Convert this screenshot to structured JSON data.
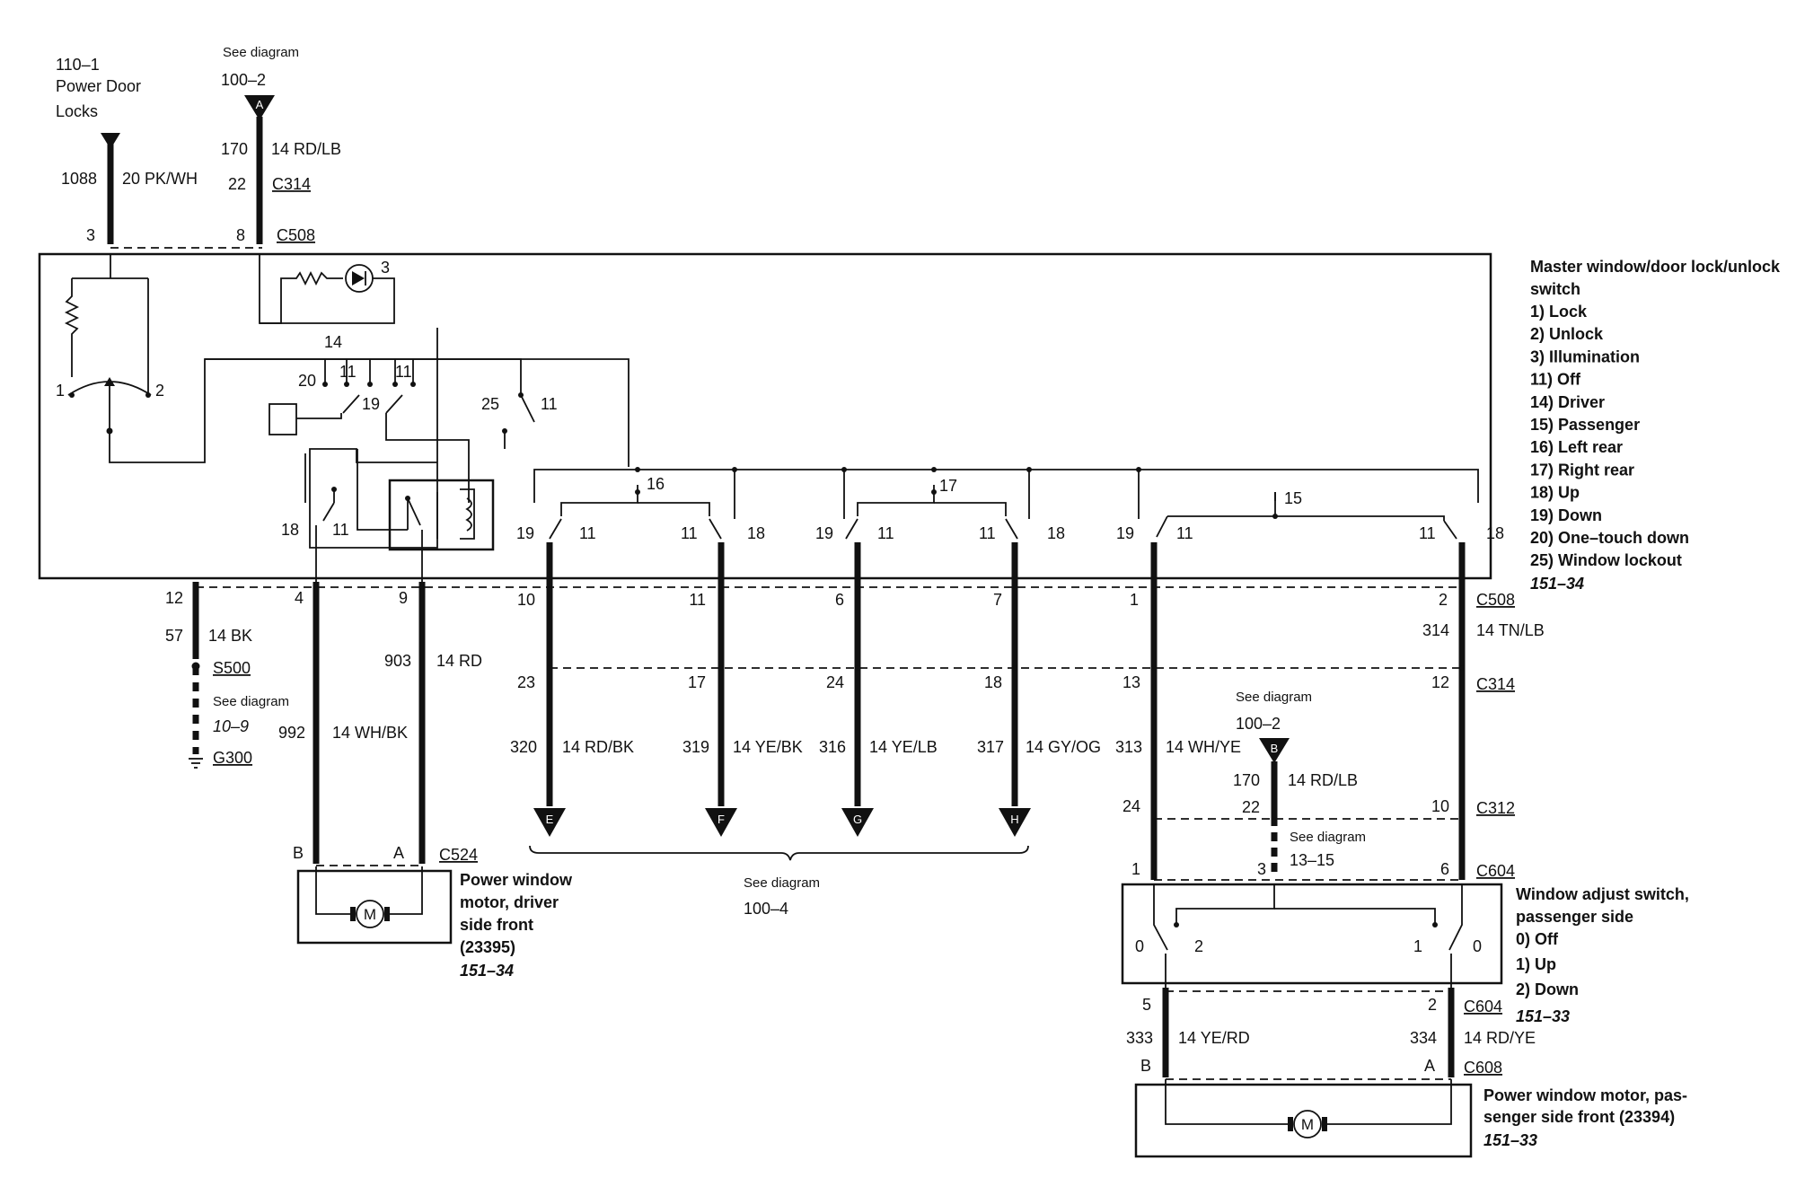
{
  "power_door_locks": {
    "ref": "110–1",
    "line1": "Power Door",
    "line2": "Locks"
  },
  "top_ref": {
    "see": "See diagram",
    "num": "100–2"
  },
  "wire_1088": {
    "circuit": "1088",
    "gauge": "20 PK/WH",
    "pin": "3"
  },
  "wire_170": {
    "circuit": "170",
    "gauge": "14 RD/LB",
    "pin_c314": "22",
    "c314": "C314",
    "pin_c508": "8",
    "c508": "C508"
  },
  "master_switch": {
    "title1": "Master window/door lock/unlock",
    "title2": "switch",
    "legend": [
      "1)   Lock",
      "2)   Unlock",
      "3)   Illumination",
      "11)  Off",
      "14)  Driver",
      "15)  Passenger",
      "16)  Left rear",
      "17)  Right rear",
      "18)  Up",
      "19)  Down",
      "20)  One–touch down",
      "25)  Window lockout"
    ],
    "page_ref": "151–34"
  },
  "inner_labels": {
    "n1": "1",
    "n2": "2",
    "n3": "3",
    "n14": "14",
    "n20": "20",
    "n11a": "11",
    "n11b": "11",
    "n19a": "19",
    "n25": "25",
    "n11c": "11",
    "n18a": "18",
    "n11d": "11",
    "n16": "16",
    "n17": "17",
    "n15": "15",
    "n19b": "19",
    "n11e": "11",
    "n11f": "11",
    "n18b": "18",
    "n19c": "19",
    "n11g": "11",
    "n11h": "11",
    "n18c": "18",
    "n19d": "19",
    "n11i": "11",
    "n11j": "11",
    "n18d": "18"
  },
  "ground": {
    "pin": "12",
    "circuit": "57",
    "gauge": "14 BK",
    "splice": "S500",
    "see": "See diagram",
    "ref": "10–9",
    "ground": "G300"
  },
  "driver_motor_wires": {
    "pin4": "4",
    "pin9": "9",
    "c992": "992",
    "g992": "14 WH/BK",
    "c903": "903",
    "g903": "14 RD",
    "pinB": "B",
    "pinA": "A",
    "conn": "C524"
  },
  "driver_motor": {
    "line1": "Power window",
    "line2": "motor, driver",
    "line3": "side front",
    "line4": "(23395)",
    "page_ref": "151–34",
    "motor": "M"
  },
  "rear_wires": [
    {
      "pin508": "10",
      "pin314": "23",
      "circuit": "320",
      "gauge": "14 RD/BK",
      "arrow": "E"
    },
    {
      "pin508": "11",
      "pin314": "17",
      "circuit": "319",
      "gauge": "14 YE/BK",
      "arrow": "F"
    },
    {
      "pin508": "6",
      "pin314": "24",
      "circuit": "316",
      "gauge": "14 YE/LB",
      "arrow": "G"
    },
    {
      "pin508": "7",
      "pin314": "18",
      "circuit": "317",
      "gauge": "14 GY/OG",
      "arrow": "H"
    }
  ],
  "rear_ref": {
    "see": "See diagram",
    "num": "100–4"
  },
  "passenger_wires": {
    "pin1": "1",
    "pin2": "2",
    "c508": "C508",
    "c314v": "314",
    "g314": "14 TN/LB",
    "pin13": "13",
    "pin12": "12",
    "c314": "C314",
    "c313": "313",
    "g313": "14 WH/YE",
    "pin24": "24",
    "pin10": "10",
    "c312": "C312",
    "pin604_1": "1",
    "pin604_3": "3",
    "pin604_6": "6",
    "c604": "C604",
    "feed_see": "See diagram",
    "feed_num": "100–2",
    "feed_arrow": "B",
    "feed_circuit": "170",
    "feed_gauge": "14 RD/LB",
    "feed_pin": "22",
    "feed_see2": "See diagram",
    "feed_ref2": "13–15"
  },
  "passenger_switch": {
    "title1": "Window adjust switch,",
    "title2": "passenger side",
    "legend": [
      "0)   Off",
      "1)   Up",
      "2)   Down"
    ],
    "page_ref": "151–33",
    "s0a": "0",
    "s2": "2",
    "s1": "1",
    "s0b": "0"
  },
  "passenger_motor_wires": {
    "pin5": "5",
    "pin2": "2",
    "c604": "C604",
    "c333": "333",
    "g333": "14 YE/RD",
    "c334": "334",
    "g334": "14 RD/YE",
    "pinB": "B",
    "pinA": "A",
    "c608": "C608"
  },
  "passenger_motor": {
    "line1": "Power window motor, pas-",
    "line2": "senger side front (23394)",
    "page_ref": "151–33",
    "motor": "M"
  }
}
